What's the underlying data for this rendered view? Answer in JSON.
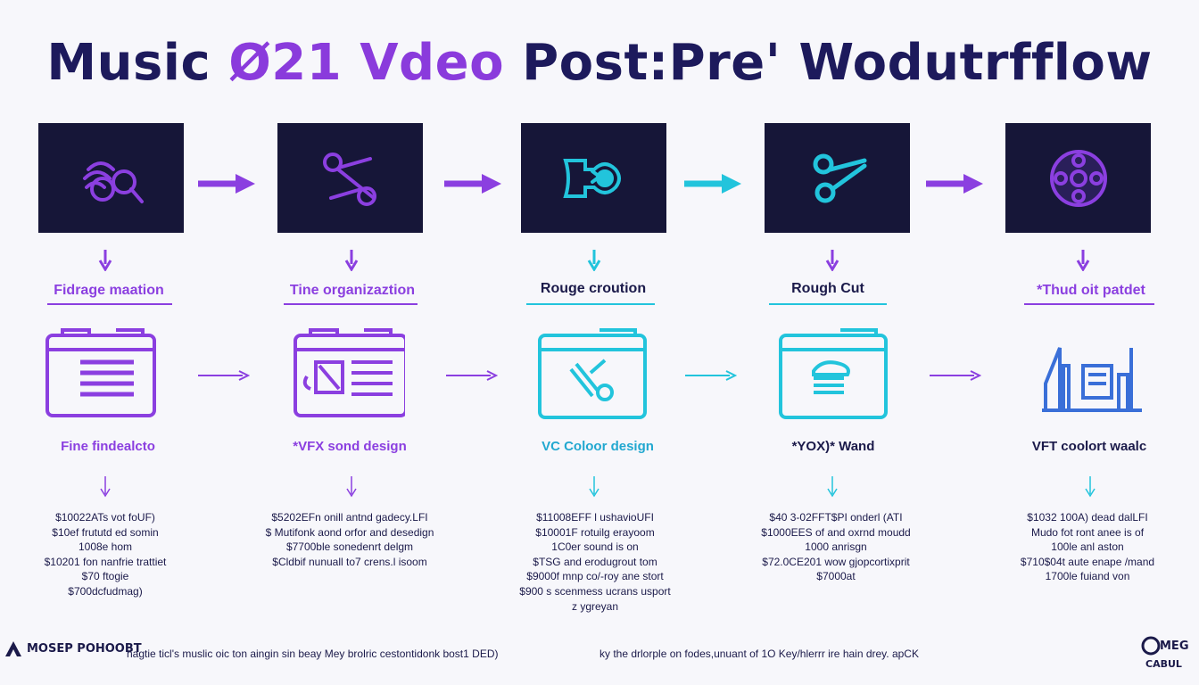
{
  "title": {
    "part1": "Music ",
    "part2": "Ø21 Vdeo ",
    "part3": "Post:Pre' Wodutrfflow"
  },
  "colors": {
    "purple": "#8b3fe0",
    "cyan": "#22c4dc",
    "navy": "#161638",
    "text": "#1b1a4a"
  },
  "stages": [
    {
      "icon": "headphones-icon",
      "label": "Fidrage maation",
      "sublabel": "Fine findealcto",
      "color": "#8b3fe0",
      "notes": [
        "$10022ATs vot foUF)",
        "$10ef frututd ed somin",
        "1008e hom",
        "$10201 fon nanfrie trattiet",
        "$70 ftogie",
        "$700dcfudmag)"
      ]
    },
    {
      "icon": "scissors-icon",
      "label": "Tine organizaztion",
      "sublabel": "*VFX sond design",
      "color": "#8b3fe0",
      "notes": [
        "$5202EFn onill antnd gadecy.LFI",
        "$ Mutifonk aond orfor and desedign",
        "$7700ble sonedenrt delgm",
        "$Cldbif nunuall to7 crens.l isoom"
      ]
    },
    {
      "icon": "camera-icon",
      "label": "Rouge croution",
      "sublabel": "VC Coloor design",
      "color": "#22c4dc",
      "notes": [
        "$11008EFF l ushavioUFI",
        "$10001F rotuilg erayoom",
        "1C0er sound is on",
        "$TSG and erodugrout tom",
        "$9000f mnp co/-roy ane stort",
        "$900 s scenmess ucrans usport",
        "z ygreyan"
      ]
    },
    {
      "icon": "scissors-cut-icon",
      "label": "Rough Cut",
      "sublabel": "*YOX)* Wand",
      "color": "#22c4dc",
      "notes": [
        "$40 3-02FFT$PI onderl (ATI",
        "$1000EES of and oxrnd moudd",
        "1000 anrisgn",
        "$72.0CE201 wow gjopcortixprit",
        "$7000at"
      ]
    },
    {
      "icon": "film-reel-icon",
      "label": "*Thud oit patdet",
      "sublabel": "VFT coolort waalc",
      "color": "#8b3fe0",
      "notes": [
        "$1032 100A) dead dalLFI",
        "Mudo fot ront anee is of",
        "100le anl aston",
        "$710$04t aute enape /mand",
        "1700le fuiand von"
      ]
    }
  ],
  "footer": {
    "brand": "MOSEP POHOOBT",
    "left_text": "nagtie ticl's muslic oic ton aingin sin beay Mey brolric cestontidonk bost1 DED)",
    "right_text": "ky the drlorple on fodes,unuant of 1O Key/hlerrr ire hain drey. apCK",
    "corner_logo": "MEG CABUL"
  }
}
